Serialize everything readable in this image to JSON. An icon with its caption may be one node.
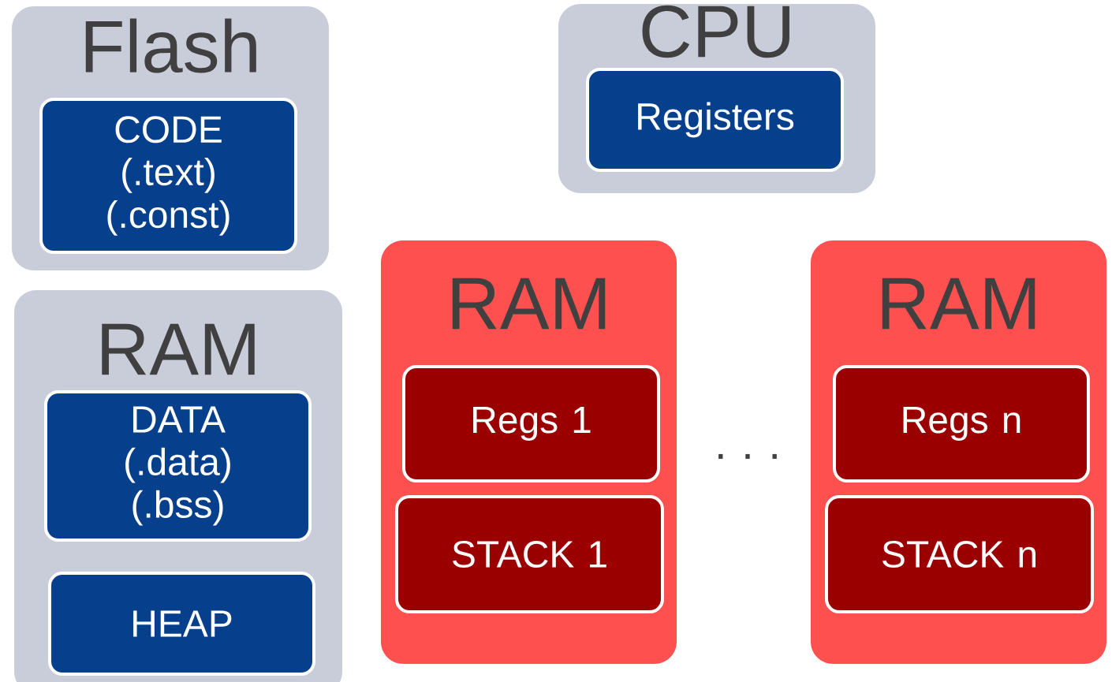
{
  "diagram": {
    "nodes": [
      {
        "text": [
          "Flash"
        ]
      },
      {
        "text": [
          "CODE (.text) (.const)"
        ],
        "in": 0
      },
      {
        "text": [
          "CPU"
        ]
      },
      {
        "text": [
          "Registers"
        ],
        "in": 2
      },
      {
        "text": [
          "RAM"
        ]
      },
      {
        "text": [
          "DATA (.data) (.bss)"
        ],
        "in": 4
      },
      {
        "text": [
          "HEAP"
        ],
        "in": 4
      },
      {
        "text": [
          "RAM"
        ]
      },
      {
        "text": [
          "Regs 1"
        ],
        "in": 7
      },
      {
        "text": [
          "STACK 1"
        ],
        "in": 7
      },
      {
        "text": [
          "RAM"
        ]
      },
      {
        "text": [
          "Regs n"
        ],
        "in": 10
      },
      {
        "text": [
          "STACK n"
        ],
        "in": 10
      }
    ],
    "labels": [
      "· · ·"
    ]
  }
}
